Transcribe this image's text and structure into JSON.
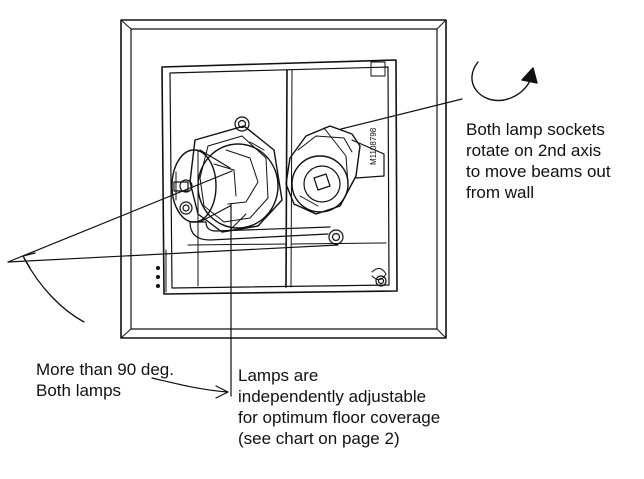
{
  "diagram": {
    "part_number": "M1108798",
    "callouts": {
      "rotate": {
        "lines": [
          "Both lamp sockets",
          "rotate on 2nd axis",
          "to move beams out",
          "from wall"
        ]
      },
      "angle": {
        "lines": [
          "More than 90 deg.",
          "Both lamps"
        ]
      },
      "adjust": {
        "lines": [
          "Lamps are",
          "independently adjustable",
          "for optimum floor coverage",
          "(see chart on page 2)"
        ]
      }
    }
  }
}
